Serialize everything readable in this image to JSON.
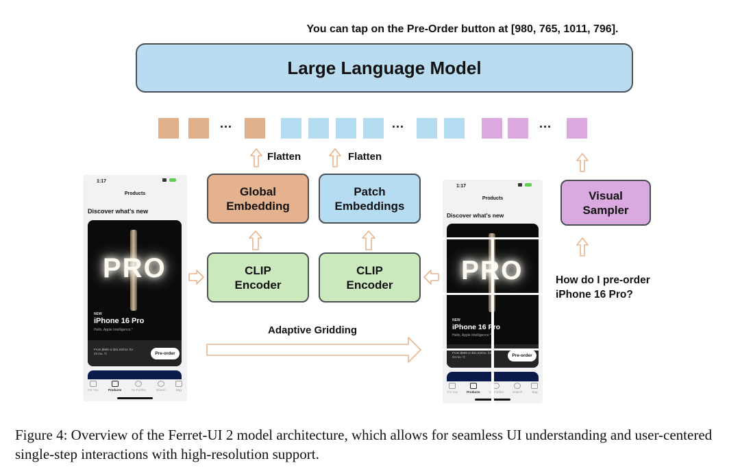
{
  "output_text": "You can tap on the Pre-Order button at [980, 765, 1011, 796].",
  "llm_label": "Large Language Model",
  "tokens": {
    "dots": "...",
    "colors": {
      "global": "#e0b08b",
      "patch": "#b3dcf1",
      "visual": "#dba9e0"
    }
  },
  "flatten_label": "Flatten",
  "global_embedding": "Global\nEmbedding",
  "patch_embeddings": "Patch\nEmbeddings",
  "clip_encoder": "CLIP\nEncoder",
  "visual_sampler": "Visual\nSampler",
  "adaptive_gridding": "Adaptive Gridding",
  "question": "How do I pre-order\niPhone 16 Pro?",
  "phone": {
    "time": "1:17",
    "page_title": "Products",
    "heading": "Discover what's new",
    "hero": "PRO",
    "badge": "NEW",
    "product": "iPhone 16 Pro",
    "tagline": "Hello, Apple Intelligence.*",
    "price": "From $999 or $41.62/mo. for\n24 mo. ¹‡",
    "button": "Pre-order",
    "tabs": [
      "For You",
      "Products",
      "Go Further",
      "Search",
      "Bag"
    ]
  },
  "caption": "Figure 4: Overview of the Ferret-UI 2 model architecture, which allows for seamless UI understanding and user-centered single-step interactions with high-resolution support.",
  "colors": {
    "llm": "#b9dcf1",
    "global_box": "#e5b28f",
    "patch_box": "#b6dcf2",
    "clip_box": "#cbe9bd",
    "sampler_box": "#d9a9df",
    "arrow": "#e8b48b"
  }
}
